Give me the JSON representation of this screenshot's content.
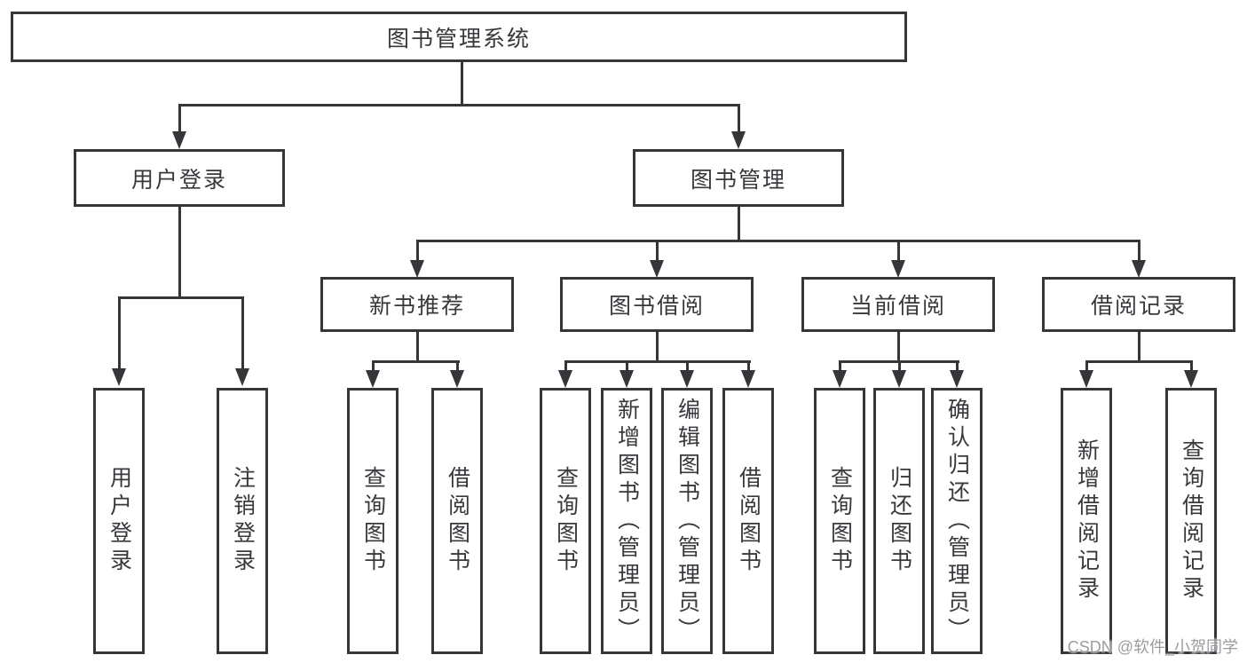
{
  "nodes": {
    "root": {
      "label": "图书管理系统"
    },
    "branches": {
      "user_login": {
        "label": "用户登录"
      },
      "book_management": {
        "label": "图书管理"
      }
    },
    "sections": {
      "new_book_recommend": {
        "label": "新书推荐"
      },
      "book_borrow": {
        "label": "图书借阅"
      },
      "current_borrow": {
        "label": "当前借阅"
      },
      "borrow_records": {
        "label": "借阅记录"
      }
    },
    "leaves": {
      "user_login": {
        "label": "用户登录"
      },
      "logout": {
        "label": "注销登录"
      },
      "query_book_recommend": {
        "label": "查询图书"
      },
      "borrow_book_recommend": {
        "label": "借阅图书"
      },
      "query_book_borrow": {
        "label": "查询图书"
      },
      "add_book_admin": {
        "label": "新增图书（管理员）"
      },
      "edit_book_admin": {
        "label": "编辑图书（管理员）"
      },
      "borrow_book_borrow": {
        "label": "借阅图书"
      },
      "query_book_current": {
        "label": "查询图书"
      },
      "return_book": {
        "label": "归还图书"
      },
      "confirm_return_admin": {
        "label": "确认归还（管理员）"
      },
      "add_borrow_record": {
        "label": "新增借阅记录"
      },
      "query_borrow_record": {
        "label": "查询借阅记录"
      }
    },
    "colors": {
      "line": "#35353a",
      "text": "#38383d",
      "background": "#ffffff",
      "watermark": "#949498"
    }
  },
  "watermark": {
    "text": "CSDN @软件_小贺同学"
  }
}
